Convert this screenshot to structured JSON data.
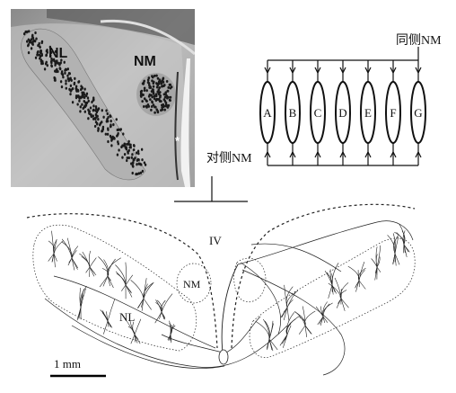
{
  "micrograph": {
    "nl_label": "NL",
    "nm_label": "NM",
    "star_label": "*"
  },
  "schematic": {
    "ipsi_label": "同侧NM",
    "contra_label": "对侧NM",
    "neurons": [
      "A",
      "B",
      "C",
      "D",
      "E",
      "F",
      "G"
    ]
  },
  "tracing": {
    "ventricle_label": "IV",
    "nm_label": "NM",
    "nl_label": "NL",
    "scale_label": "1 mm"
  }
}
